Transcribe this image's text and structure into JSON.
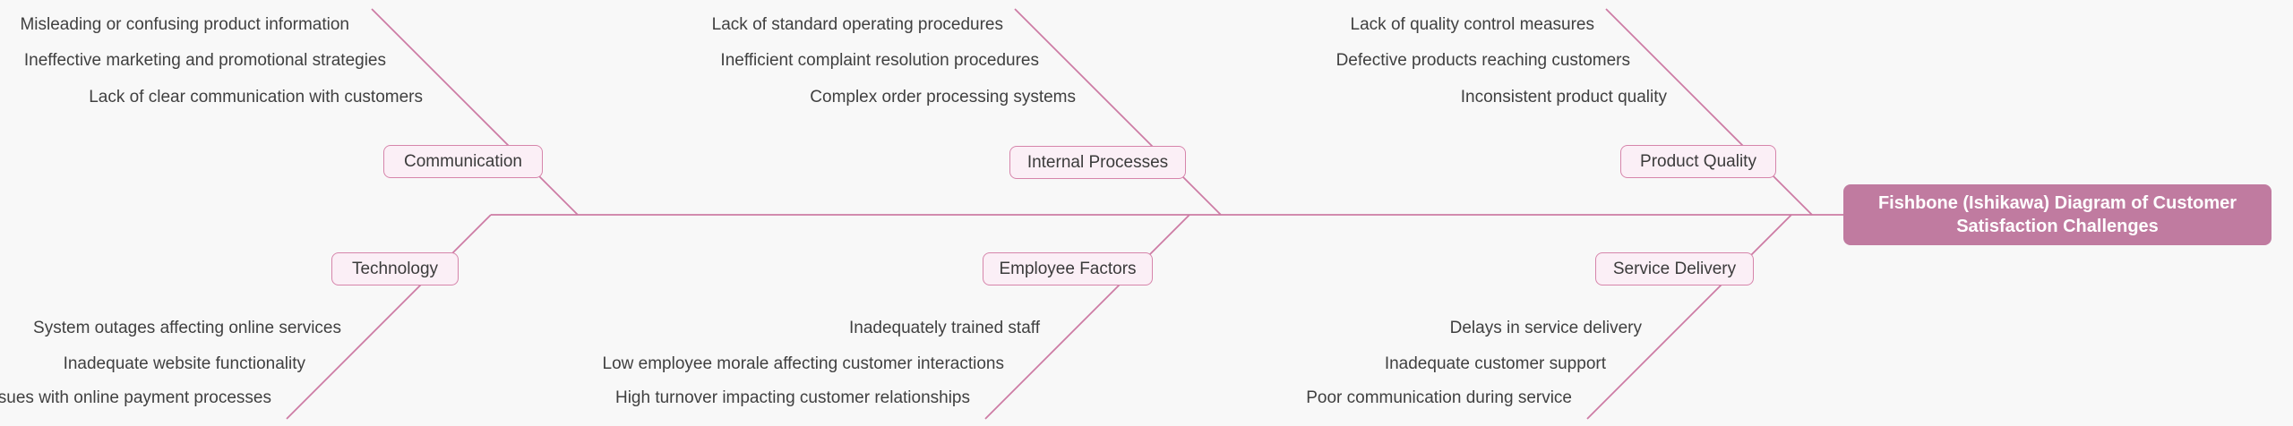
{
  "title": "Fishbone (Ishikawa) Diagram of Customer Satisfaction Challenges",
  "categories": [
    {
      "label": "Communication",
      "causes": [
        "Misleading or confusing product information",
        "Ineffective marketing and promotional strategies",
        "Lack of clear communication with customers"
      ]
    },
    {
      "label": "Internal Processes",
      "causes": [
        "Lack of standard operating procedures",
        "Inefficient complaint resolution procedures",
        "Complex order processing systems"
      ]
    },
    {
      "label": "Product Quality",
      "causes": [
        "Lack of quality control measures",
        "Defective products reaching customers",
        "Inconsistent product quality"
      ]
    },
    {
      "label": "Technology",
      "causes": [
        "System outages affecting online services",
        "Inadequate website functionality",
        "Issues with online payment processes"
      ]
    },
    {
      "label": "Employee Factors",
      "causes": [
        "Inadequately trained staff",
        "Low employee morale affecting customer interactions",
        "High turnover impacting customer relationships"
      ]
    },
    {
      "label": "Service Delivery",
      "causes": [
        "Delays in service delivery",
        "Inadequate customer support",
        "Poor communication during service"
      ]
    }
  ],
  "colors": {
    "background": "#f8f8f8",
    "branch_line": "#cd7ca4",
    "node_fill": "#fbeff6",
    "node_border": "#d685ab",
    "node_text": "#3b3b3b",
    "cause_text": "#404040",
    "title_fill": "#c07ba0",
    "title_text": "#ffffff"
  }
}
